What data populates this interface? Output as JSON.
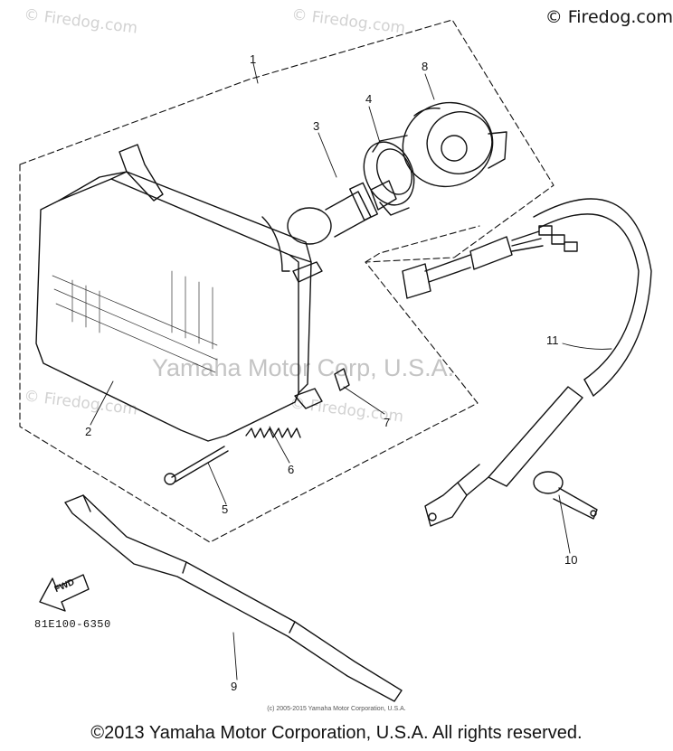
{
  "watermarks": {
    "corner": "© Firedog.com",
    "tile": "© Firedog.com",
    "center": "Yamaha Motor Corp, U.S.A."
  },
  "callouts": {
    "c1": "1",
    "c2": "2",
    "c3": "3",
    "c4": "4",
    "c5": "5",
    "c6": "6",
    "c7": "7",
    "c8": "8",
    "c9": "9",
    "c10": "10",
    "c11": "11"
  },
  "arrow_label": "FWD",
  "part_code": "81E100-6350",
  "small_copyright": "(c) 2005-2015 Yamaha Motor Corporation, U.S.A.",
  "footer": "©2013 Yamaha Motor Corporation, U.S.A. All rights reserved.",
  "colors": {
    "ink": "#111111",
    "watermark": "#d2d2d2"
  }
}
